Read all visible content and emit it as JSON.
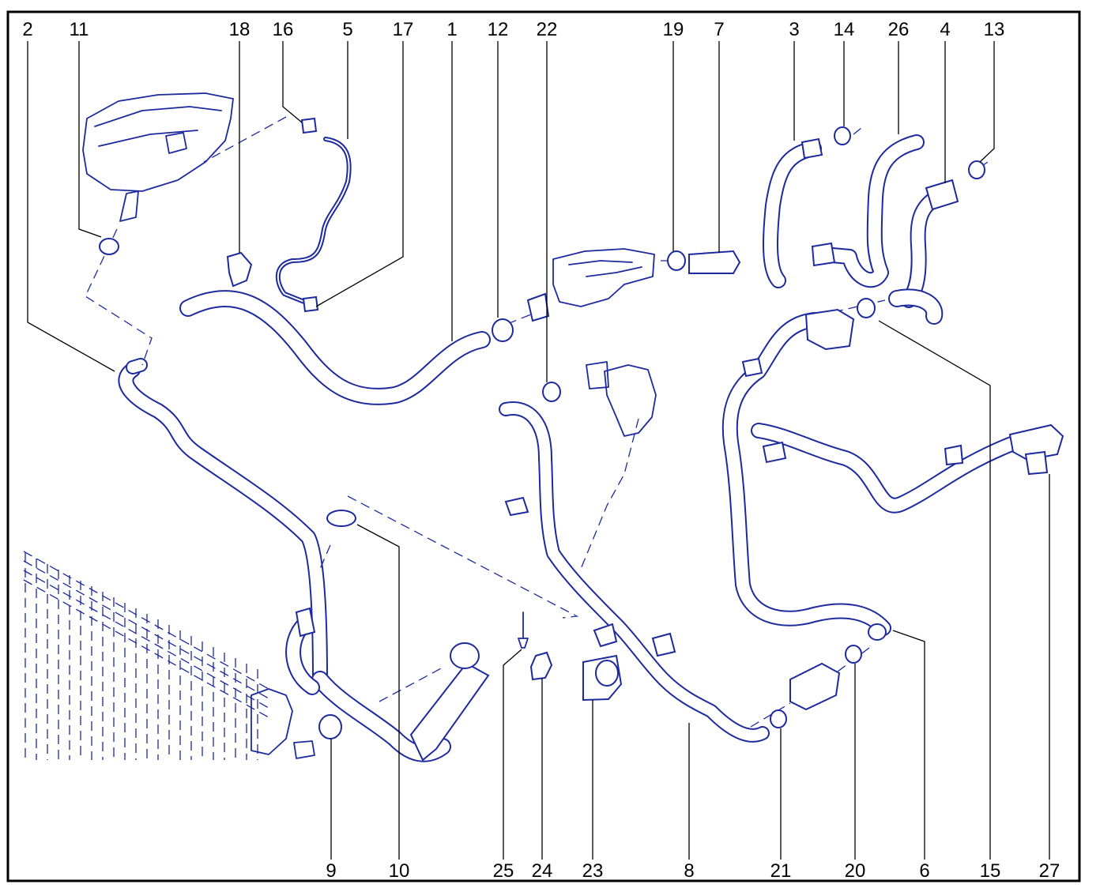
{
  "colors": {
    "line": "#1d2a9e",
    "label": "#000000",
    "background": "#ffffff"
  },
  "callouts": {
    "c1": "1",
    "c2": "2",
    "c3": "3",
    "c4": "4",
    "c5": "5",
    "c6": "6",
    "c7": "7",
    "c8": "8",
    "c9": "9",
    "c10": "10",
    "c11": "11",
    "c12": "12",
    "c13": "13",
    "c14": "14",
    "c15": "15",
    "c16": "16",
    "c17": "17",
    "c18": "18",
    "c19": "19",
    "c20": "20",
    "c21": "21",
    "c22": "22",
    "c23": "23",
    "c24": "24",
    "c25": "25",
    "c26": "26",
    "c27": "27"
  }
}
